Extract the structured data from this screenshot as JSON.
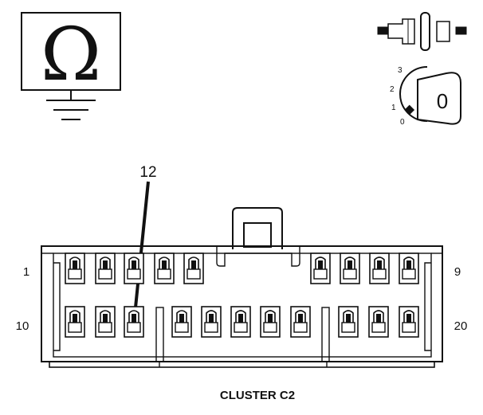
{
  "test_symbol": {
    "meter_symbol": "Ω"
  },
  "ignition": {
    "positions": [
      "3",
      "2",
      "1",
      "0"
    ],
    "key_position": "0"
  },
  "connector": {
    "name": "CLUSTER C2",
    "pin_labels": {
      "top_left": "1",
      "top_right": "9",
      "bottom_left": "10",
      "bottom_right": "20"
    },
    "probe_pin": "12"
  },
  "colors": {
    "line": "#111111",
    "background": "#ffffff"
  }
}
